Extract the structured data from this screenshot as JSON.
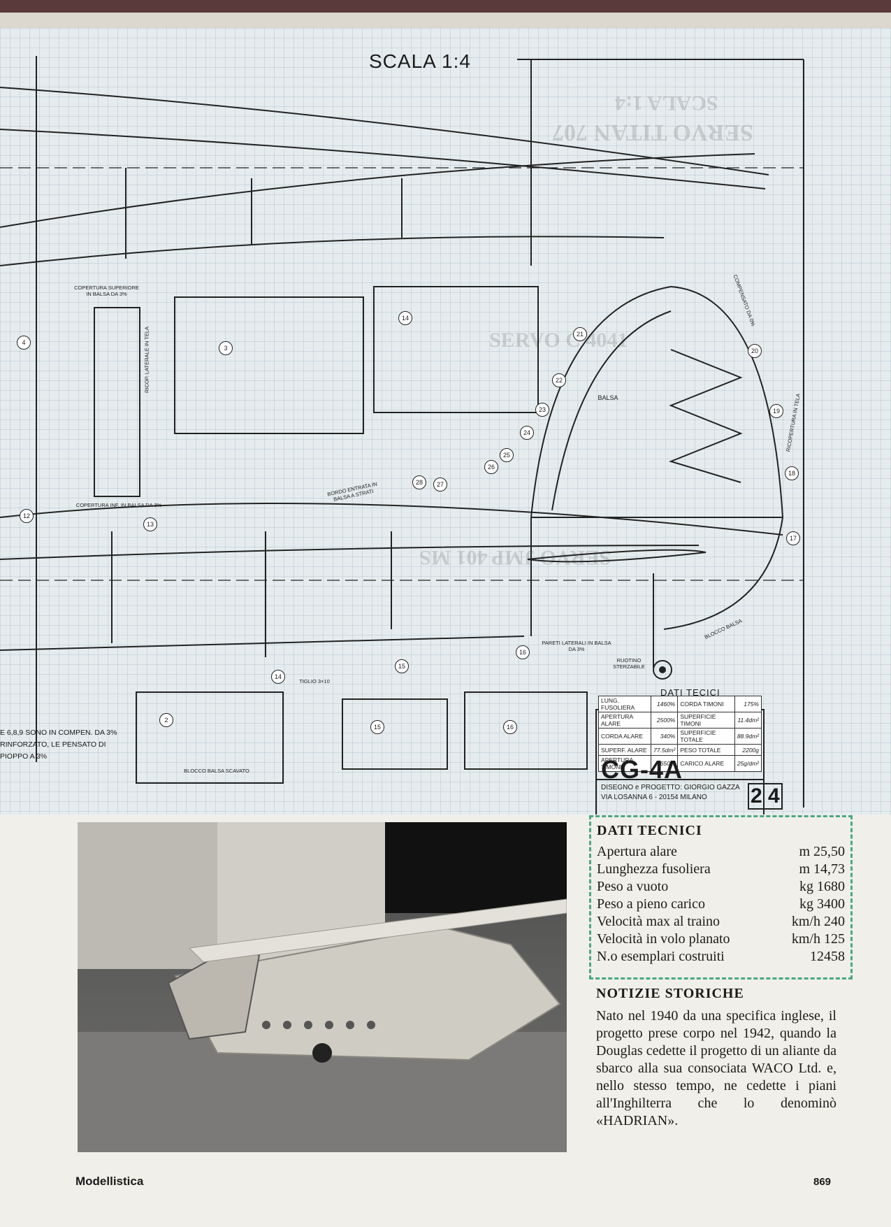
{
  "plan": {
    "scale": "SCALA 1:4",
    "ghost_text": [
      "SERVO TITAN 707",
      "SERVO C 4041",
      "SERVO JMP 401 MS",
      "SCALA 1:4"
    ],
    "labels": {
      "copertura_superiore": "COPERTURA SUPERIORE IN BALSA DA 3%",
      "ricop_laterale": "RICOP. LATERALE IN TELA",
      "copertura_inf": "COPERTURA INF. IN BALSA DA 3%",
      "bordo_entrata": "BORDO ENTRATA IN BALSA A STRATI",
      "balsa": "BALSA",
      "compensato": "COMPENSATO DA 0%",
      "ricopertura_tela": "RICOPERTURA IN TELA",
      "blocco_balsa": "BLOCCO BALSA",
      "pareti_laterali": "PARETI LATERALI IN BALSA DA 3%",
      "ruotino": "RUOTINO STERZABILE",
      "tiglio": "TIGLIO 3×10",
      "blocco_scavato": "BLOCCO BALSA SCAVATO",
      "centine_note": "E 6,8,9 SONO IN COMPEN. DA 3% RINFORZATO, LE PENSATO DI PIOPPO A 3%"
    },
    "part_numbers": [
      "4",
      "12",
      "3",
      "14",
      "13",
      "2",
      "14",
      "15",
      "16",
      "15",
      "16",
      "17",
      "18",
      "19",
      "20",
      "21",
      "22",
      "23",
      "24",
      "25",
      "26",
      "27",
      "28"
    ],
    "dati_tecnici_title": "DATI TECICI",
    "dati_tecnici_rows": [
      [
        "LUNG. FUSOLIERA",
        "1460%",
        "CORDA TIMONI",
        "175%"
      ],
      [
        "APERTURA ALARE",
        "2500%",
        "SUPERFICIE TIMONI",
        "11.4dm²"
      ],
      [
        "CORDA ALARE",
        "340%",
        "SUPERFICIE TOTALE",
        "88.9dm²"
      ],
      [
        "SUPERF. ALARE",
        "77.5dm²",
        "PESO TOTALE",
        "2200g"
      ],
      [
        "APERTURA TIMONI",
        "650%",
        "CARICO ALARE",
        "25g/dm²"
      ]
    ],
    "model_name": "CG-4A",
    "designer_line1": "DISEGNO e PROGETTO: GIORGIO GAZZA",
    "designer_line2": "VIA LOSANNA 6 - 20154 MILANO",
    "sheet_number": "2 4"
  },
  "info": {
    "title": "DATI TECNICI",
    "rows": [
      {
        "label": "Apertura alare",
        "value": "m 25,50"
      },
      {
        "label": "Lunghezza fusoliera",
        "value": "m 14,73"
      },
      {
        "label": "Peso a vuoto",
        "value": "kg 1680"
      },
      {
        "label": "Peso a pieno carico",
        "value": "kg 3400"
      },
      {
        "label": "Velocità max al traino",
        "value": "km/h 240"
      },
      {
        "label": "Velocità in volo planato",
        "value": "km/h 125"
      },
      {
        "label": "N.o esemplari costruiti",
        "value": "12458"
      }
    ]
  },
  "notizie": {
    "title": "NOTIZIE STORICHE",
    "body": "Nato nel 1940 da una specifica inglese, il progetto prese corpo nel 1942, quando la Douglas cedette il progetto di un aliante da sbarco alla sua consociata WACO Ltd. e, nello stesso tempo, ne cedette i piani all'Inghilterra che lo denominò «HADRIAN»."
  },
  "footer": {
    "magazine": "Modellistica",
    "page": "869"
  },
  "colors": {
    "accent_border": "#4aa884",
    "plan_bg": "#e6ecee"
  }
}
